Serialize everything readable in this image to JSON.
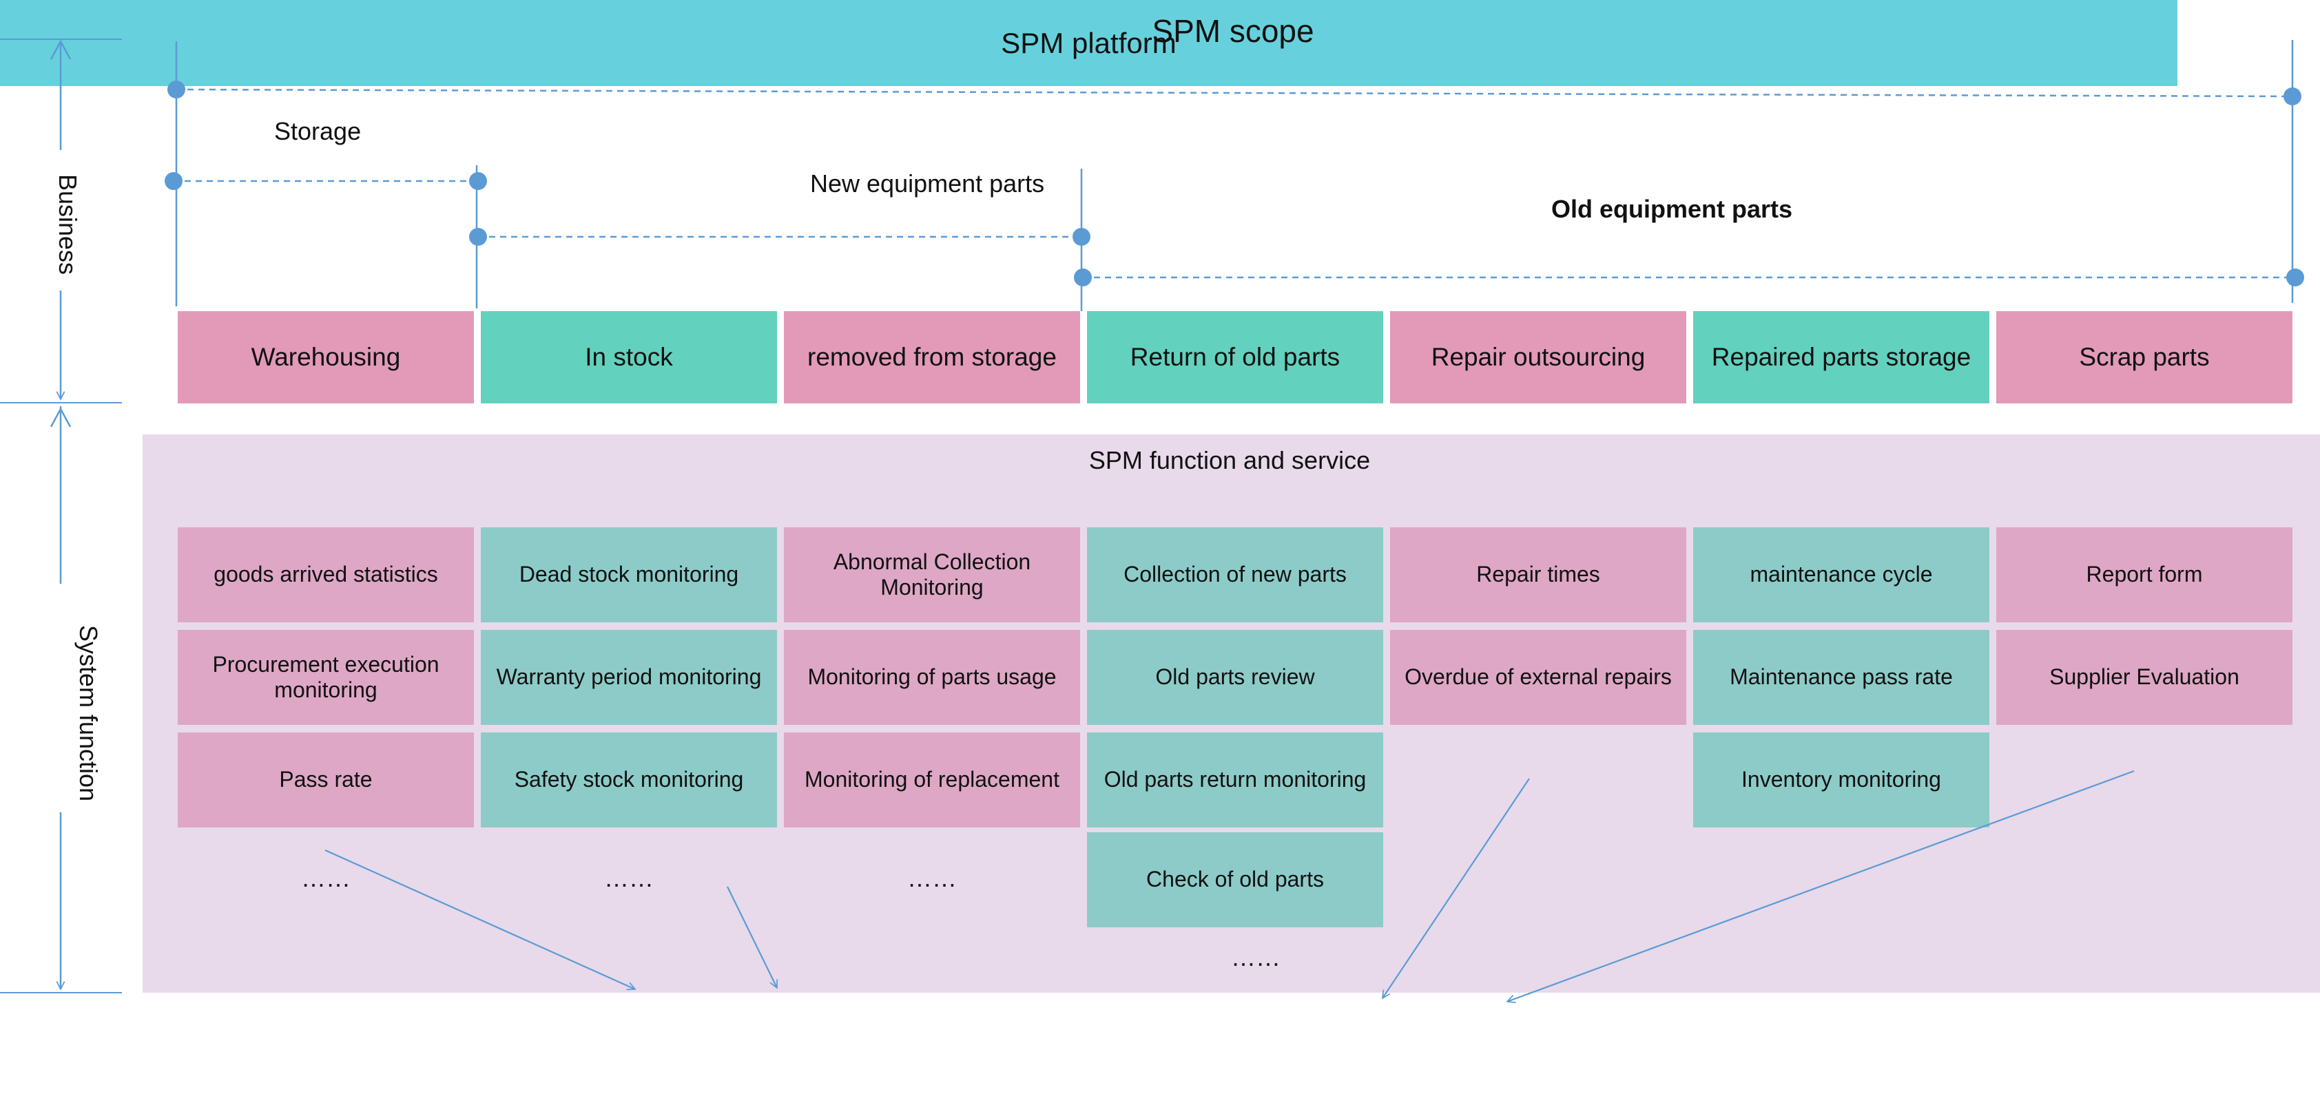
{
  "title": "SPM scope",
  "side_labels": {
    "business": "Business",
    "system": "System function"
  },
  "phases": {
    "storage": "Storage",
    "new": "New equipment parts",
    "old": "Old equipment parts"
  },
  "business_boxes": [
    {
      "label": "Warehousing",
      "color": "#e29ab8"
    },
    {
      "label": "In stock",
      "color": "#62d1be"
    },
    {
      "label": "removed from storage",
      "color": "#e29ab8"
    },
    {
      "label": "Return of old parts",
      "color": "#62d1be"
    },
    {
      "label": "Repair outsourcing",
      "color": "#e29ab8"
    },
    {
      "label": "Repaired parts storage",
      "color": "#62d1be"
    },
    {
      "label": "Scrap parts",
      "color": "#e29ab8"
    }
  ],
  "function_section": {
    "title": "SPM function and service",
    "columns": [
      {
        "color": "#dea7c5",
        "items": [
          "goods arrived statistics",
          "Procurement execution monitoring",
          "Pass rate"
        ],
        "more": "……"
      },
      {
        "color": "#8ccbc8",
        "items": [
          "Dead stock monitoring",
          "Warranty period monitoring",
          "Safety stock monitoring"
        ],
        "more": "……"
      },
      {
        "color": "#dea7c5",
        "items": [
          "Abnormal Collection Monitoring",
          "Monitoring of parts usage",
          "Monitoring of replacement"
        ],
        "more": "……"
      },
      {
        "color": "#8ccbc8",
        "items": [
          "Collection of new parts",
          "Old parts review",
          "Old parts return monitoring",
          "Check of old parts"
        ],
        "more": "……"
      },
      {
        "color": "#dea7c5",
        "items": [
          "Repair times",
          "Overdue of external repairs"
        ],
        "more": ""
      },
      {
        "color": "#8ccbc8",
        "items": [
          "maintenance cycle",
          "Maintenance pass rate",
          "Inventory monitoring"
        ],
        "more": ""
      },
      {
        "color": "#dea7c5",
        "items": [
          "Report form",
          "Supplier Evaluation"
        ],
        "more": ""
      }
    ]
  },
  "platform": "SPM platform",
  "line_color": "#5b9bd5"
}
